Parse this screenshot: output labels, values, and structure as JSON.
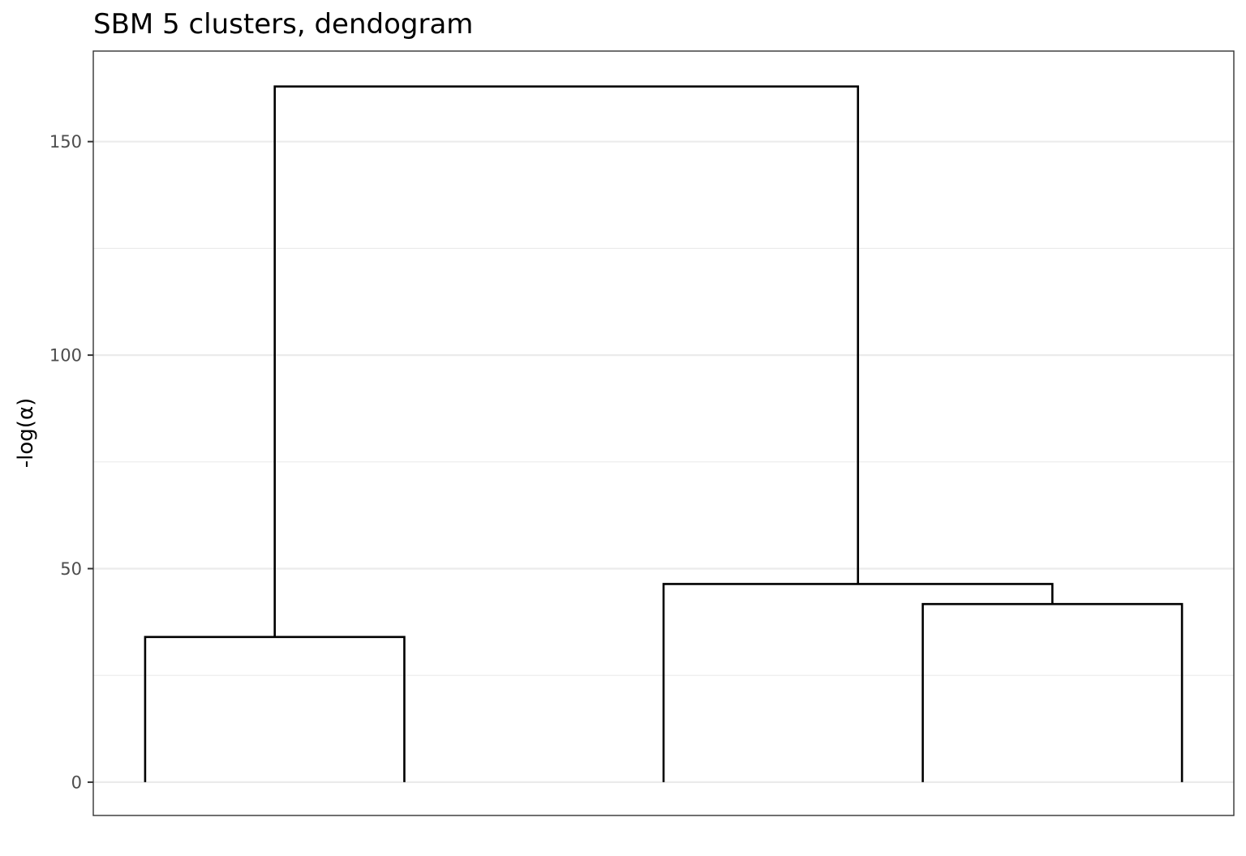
{
  "chart_data": {
    "type": "dendrogram",
    "title": "SBM 5 clusters, dendogram",
    "xlabel": "",
    "ylabel": "-log(α)",
    "ylim": [
      -7.8,
      171.2
    ],
    "xlim": [
      0.6,
      5.0
    ],
    "y_ticks": [
      0,
      50,
      100,
      150
    ],
    "y_tick_labels": [
      "0",
      "50",
      "100",
      "150"
    ],
    "y_minor_ticks": [
      25,
      75,
      125
    ],
    "grid": true,
    "leaves": [
      {
        "x": 0.8
      },
      {
        "x": 1.8
      },
      {
        "x": 2.8
      },
      {
        "x": 3.8
      },
      {
        "x": 4.8
      }
    ],
    "merges": [
      {
        "left_x": 0.8,
        "right_x": 1.8,
        "height": 34.0,
        "left_child_height": 0,
        "right_child_height": 0
      },
      {
        "left_x": 3.8,
        "right_x": 4.8,
        "height": 41.7,
        "left_child_height": 0,
        "right_child_height": 0
      },
      {
        "left_x": 2.8,
        "right_x": 4.3,
        "height": 46.4,
        "left_child_height": 0,
        "right_child_height": 41.7
      },
      {
        "left_x": 1.3,
        "right_x": 3.55,
        "height": 162.9,
        "left_child_height": 34.0,
        "right_child_height": 46.4
      }
    ]
  }
}
